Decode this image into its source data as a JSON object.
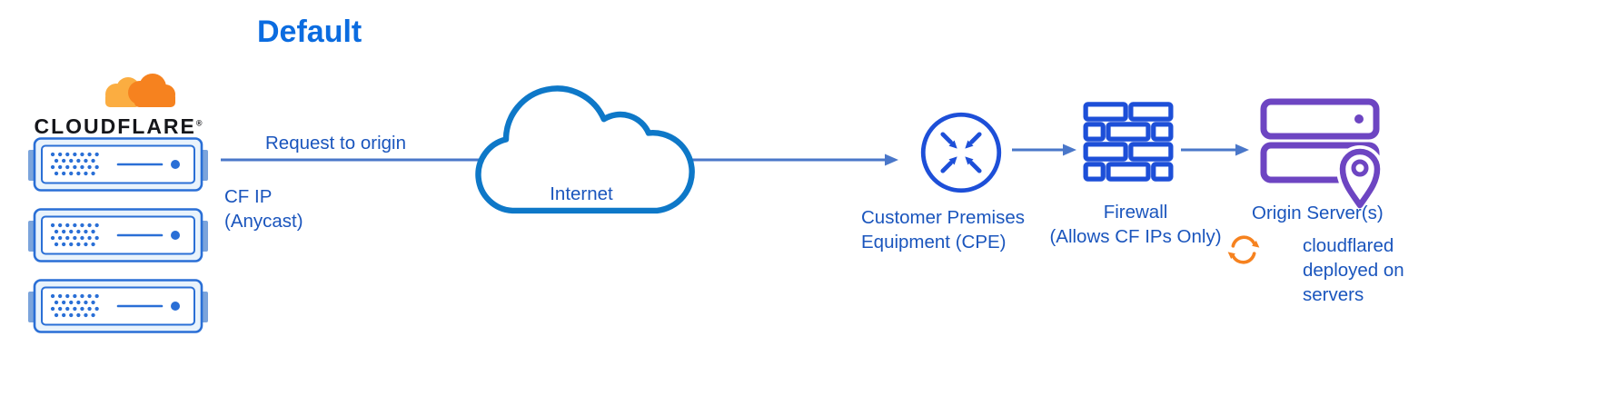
{
  "title": "Default",
  "cloudflare": {
    "wordmark": "CLOUDFLARE",
    "registered_mark": "®"
  },
  "labels": {
    "request_to_origin": "Request to origin",
    "cf_ip_line1": "CF IP",
    "cf_ip_line2": "(Anycast)",
    "internet": "Internet",
    "cpe_line1": "Customer Premises",
    "cpe_line2": "Equipment (CPE)",
    "firewall_line1": "Firewall",
    "firewall_line2": "(Allows CF IPs Only)",
    "origin": "Origin Server(s)",
    "cloudflared_note": "cloudflared deployed on servers"
  },
  "colors": {
    "title_blue": "#0b6ce0",
    "label_blue": "#1a55bd",
    "arrow_blue": "#4a77c9",
    "cloud_stroke": "#0e78c8",
    "icon_blue": "#1d4fd8",
    "server_blue": "#2a6fd6",
    "server_fill": "#e9f3fc",
    "purple": "#6d45c2",
    "orange": "#f6821f",
    "orange_light": "#fbad41",
    "wordmark_dark": "#15161a"
  }
}
